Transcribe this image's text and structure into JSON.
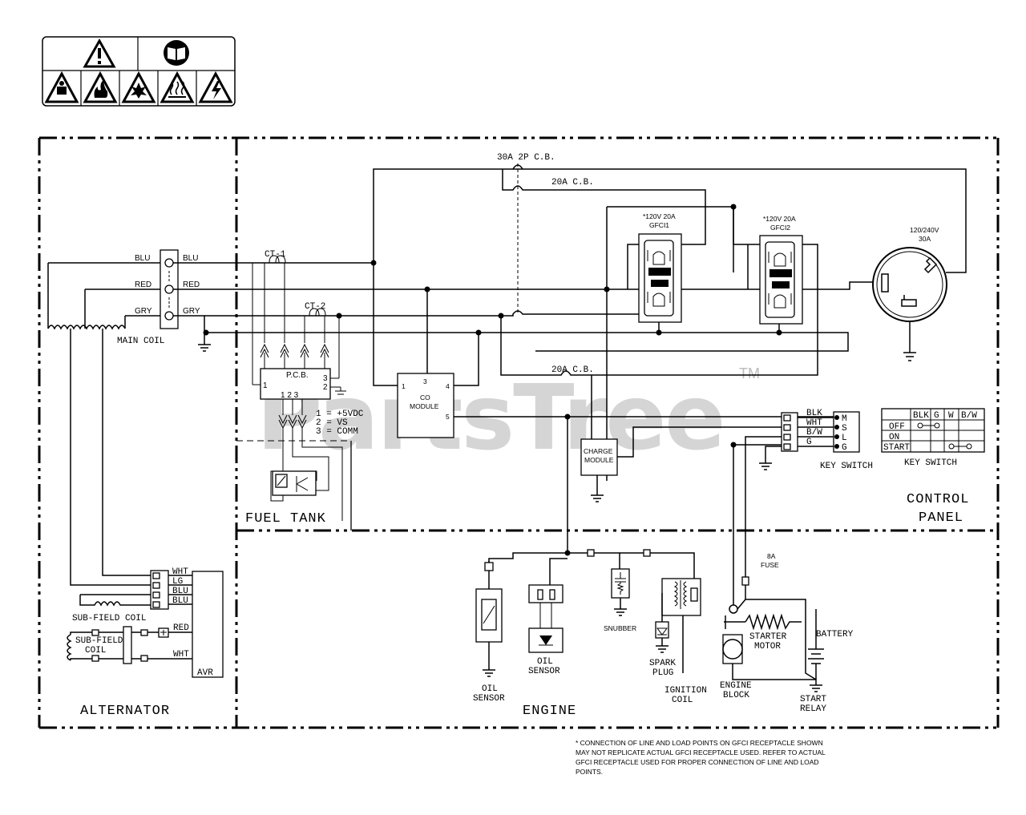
{
  "warning_panel": {
    "top_icons": [
      "warning-triangle-icon",
      "manual-book-icon"
    ],
    "bottom_icons": [
      "hazard-person-icon",
      "fire-icon",
      "explosion-icon",
      "hot-surface-icon",
      "electric-shock-icon"
    ]
  },
  "sections": {
    "alternator": "ALTERNATOR",
    "fuel_tank": "FUEL TANK",
    "engine": "ENGINE",
    "control_panel_line1": "CONTROL",
    "control_panel_line2": "PANEL"
  },
  "alternator": {
    "wire_blu": "BLU",
    "wire_red": "RED",
    "wire_gry": "GRY",
    "term_blu": "BLU",
    "term_red": "RED",
    "term_gry": "GRY",
    "main_coil": "MAIN COIL",
    "sub_field_coil_1": "SUB-FIELD COIL",
    "sub_field_coil_2a": "SUB-FIELD",
    "sub_field_coil_2b": "COIL",
    "avr": "AVR",
    "avr_pins": [
      "WHT",
      "LG",
      "BLU",
      "BLU"
    ],
    "avr_red": "RED",
    "avr_wht": "WHT"
  },
  "breakers": {
    "cb_30a": "30A 2P C.B.",
    "cb_20a_top": "20A C.B.",
    "cb_20a_bottom": "20A C.B."
  },
  "current_transformers": {
    "ct1": "CT-1",
    "ct2": "CT-2"
  },
  "pcb": {
    "title": "P.C.B.",
    "pin_left": "1",
    "pin_right_top": "3",
    "pin_right_bottom": "2",
    "pin_bottom": "1 2 3",
    "legend": [
      "1 = +5VDC",
      "2 = VS",
      "3 = COMM"
    ]
  },
  "co_module": {
    "line1": "CO",
    "line2": "MODULE",
    "pins": {
      "p1": "1",
      "p3": "3",
      "p4": "4",
      "p5": "5"
    }
  },
  "charge_module": {
    "line1": "CHARGE",
    "line2": "MODULE"
  },
  "gfci1": {
    "line1": "*120V 20A",
    "line2": "GFCI1"
  },
  "gfci2": {
    "line1": "*120V 20A",
    "line2": "GFCI2"
  },
  "twist_lock": {
    "line1": "120/240V",
    "line2": "30A"
  },
  "key_switch": {
    "wires": [
      "BLK",
      "WHT",
      "B/W",
      "G"
    ],
    "terminals": [
      "M",
      "S",
      "L",
      "G"
    ],
    "label": "KEY SWITCH",
    "table_label": "KEY SWITCH",
    "table_headers": [
      "BLK",
      "G",
      "W",
      "B/W"
    ],
    "table_rows": [
      "OFF",
      "ON",
      "START"
    ]
  },
  "engine": {
    "oil_sensor_1a": "OIL",
    "oil_sensor_1b": "SENSOR",
    "oil_sensor_2a": "OIL",
    "oil_sensor_2b": "SENSOR",
    "snubber": "SNUBBER",
    "spark_plug_a": "SPARK",
    "spark_plug_b": "PLUG",
    "ignition_coil_a": "IGNITION",
    "ignition_coil_b": "COIL",
    "engine_block_a": "ENGINE",
    "engine_block_b": "BLOCK",
    "starter_motor_a": "STARTER",
    "starter_motor_b": "MOTOR",
    "battery": "BATTERY",
    "fuse_a": "8A",
    "fuse_b": "FUSE",
    "start_relay_a": "START",
    "start_relay_b": "RELAY"
  },
  "footnote": [
    "* CONNECTION OF LINE AND LOAD POINTS ON GFCI RECEPTACLE SHOWN",
    "MAY NOT REPLICATE ACTUAL GFCI RECEPTACLE USED. REFER TO ACTUAL",
    "GFCI RECEPTACLE USED FOR PROPER CONNECTION OF LINE AND LOAD",
    "POINTS."
  ],
  "watermark": {
    "text": "PartsTree",
    "mark": "TM"
  }
}
